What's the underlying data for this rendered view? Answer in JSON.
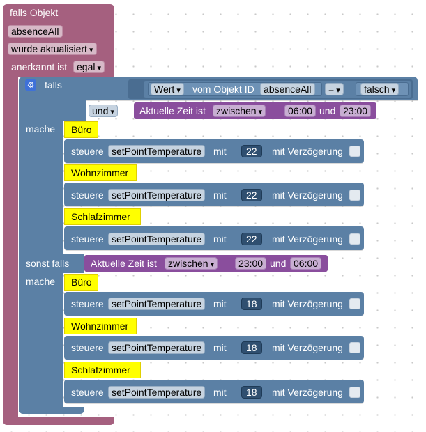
{
  "trigger": {
    "title": "falls Objekt",
    "object_id": "absenceAll",
    "event": "wurde aktualisiert",
    "ack_label": "anerkannt ist",
    "ack_value": "egal"
  },
  "if_block": {
    "falls_label": "falls",
    "compare": {
      "value_kind": "Wert",
      "from_label": "vom Objekt ID",
      "object_id": "absenceAll",
      "operator": "=",
      "rhs": "falsch"
    },
    "and_label": "und",
    "time1": {
      "label": "Aktuelle Zeit ist",
      "mode": "zwischen",
      "from": "06:00",
      "and_label": "und",
      "to": "23:00"
    },
    "mache_label": "mache",
    "branch1": [
      {
        "room": "Büro",
        "steuere": "steuere",
        "state": "setPointTemperature",
        "mit": "mit",
        "value": "22",
        "delay": "mit Verzögerung"
      },
      {
        "room": "Wohnzimmer",
        "steuere": "steuere",
        "state": "setPointTemperature",
        "mit": "mit",
        "value": "22",
        "delay": "mit Verzögerung"
      },
      {
        "room": "Schlafzimmer",
        "steuere": "steuere",
        "state": "setPointTemperature",
        "mit": "mit",
        "value": "22",
        "delay": "mit Verzögerung"
      }
    ],
    "else_if_label": "sonst falls",
    "time2": {
      "label": "Aktuelle Zeit ist",
      "mode": "zwischen",
      "from": "23:00",
      "and_label": "und",
      "to": "06:00"
    },
    "mache2_label": "mache",
    "branch2": [
      {
        "room": "Büro",
        "steuere": "steuere",
        "state": "setPointTemperature",
        "mit": "mit",
        "value": "18",
        "delay": "mit Verzögerung"
      },
      {
        "room": "Wohnzimmer",
        "steuere": "steuere",
        "state": "setPointTemperature",
        "mit": "mit",
        "value": "18",
        "delay": "mit Verzögerung"
      },
      {
        "room": "Schlafzimmer",
        "steuere": "steuere",
        "state": "setPointTemperature",
        "mit": "mit",
        "value": "18",
        "delay": "mit Verzögerung"
      }
    ]
  },
  "icons": {
    "gear": "gear-icon",
    "dropdown": "chevron-down-icon"
  },
  "colors": {
    "trigger": "#a5607f",
    "control": "#5b80a5",
    "time": "#8a4e9d",
    "comment": "#ffff00"
  }
}
